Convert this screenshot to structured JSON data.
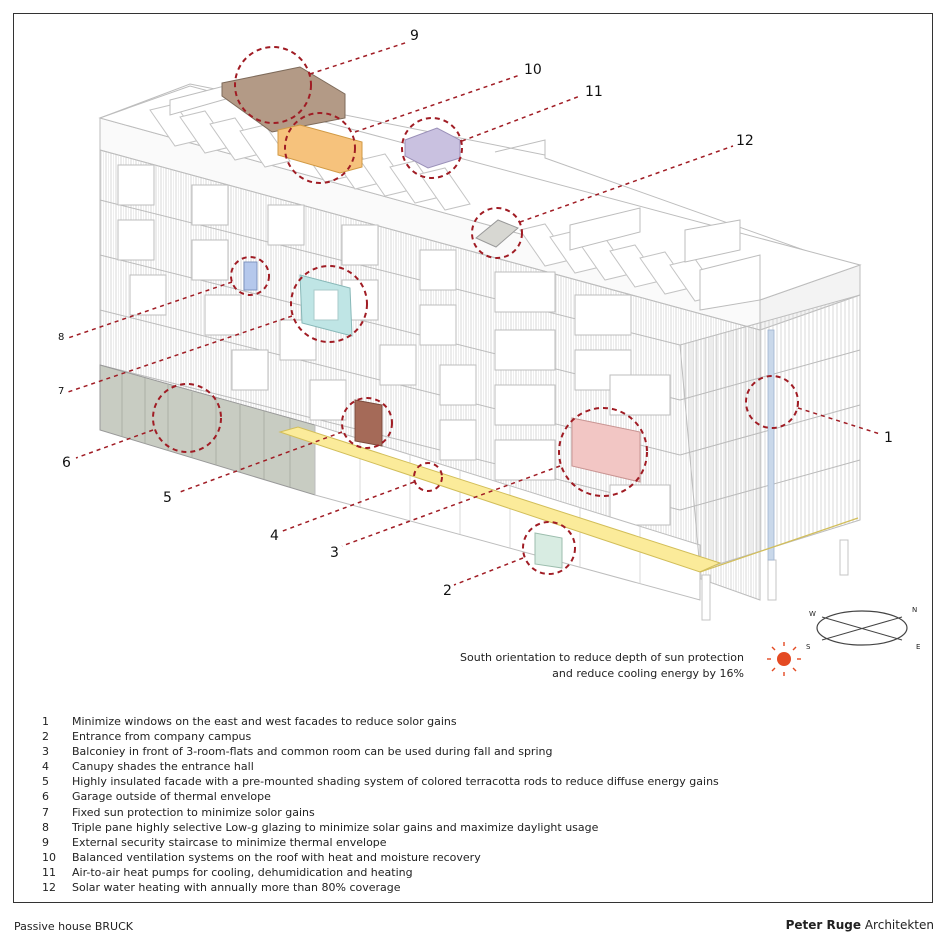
{
  "callouts": [
    "1",
    "2",
    "3",
    "4",
    "5",
    "6",
    "7",
    "8",
    "9",
    "10",
    "11",
    "12"
  ],
  "compass": {
    "w": "W",
    "n": "N",
    "s": "S",
    "e": "E"
  },
  "orientation_note": {
    "line1": "South orientation to reduce depth of sun protection",
    "line2": "and reduce cooling energy by 16%"
  },
  "legend": [
    {
      "num": "1",
      "text": "Minimize windows on the east and west facades to reduce solor gains"
    },
    {
      "num": "2",
      "text": "Entrance from company campus"
    },
    {
      "num": "3",
      "text": "Balconiey in front of 3-room-flats and common room can be used during fall and spring"
    },
    {
      "num": "4",
      "text": "Canupy shades the entrance hall"
    },
    {
      "num": "5",
      "text": "Highly insulated facade with a pre-mounted shading system of colored terracotta rods to reduce diffuse energy gains"
    },
    {
      "num": "6",
      "text": "Garage outside of thermal envelope"
    },
    {
      "num": "7",
      "text": "Fixed sun protection to minimize solor gains"
    },
    {
      "num": "8",
      "text": "Triple pane highly selective Low-g glazing to minimize solar gains and maximize  daylight usage"
    },
    {
      "num": "9",
      "text": "External security staircase to minimize thermal envelope"
    },
    {
      "num": "10",
      "text": "Balanced ventilation systems on the roof with heat and moisture recovery"
    },
    {
      "num": "11",
      "text": "Air-to-air heat pumps for cooling, dehumidication and heating"
    },
    {
      "num": "12",
      "text": "Solar water heating with annually more than 80% coverage"
    }
  ],
  "footer": {
    "project": "Passive house BRUCK",
    "firm_bold": "Peter Ruge",
    "firm_rest": " Architekten"
  },
  "colors": {
    "callout_ring": "#a01c24",
    "staircase": "#b39a86",
    "ventilation": "#f6c27c",
    "heat_pump": "#c9c1e0",
    "solar_panel": "#d7d7d2",
    "glazing": "#b5c8ec",
    "sun_protection": "#bfe5e5",
    "terracotta": "#a56a58",
    "balcony": "#f2c6c4",
    "canopy": "#fbeb9a",
    "entrance": "#d8ece2",
    "garage": "#c8ccc2",
    "sun": "#e44a23"
  }
}
